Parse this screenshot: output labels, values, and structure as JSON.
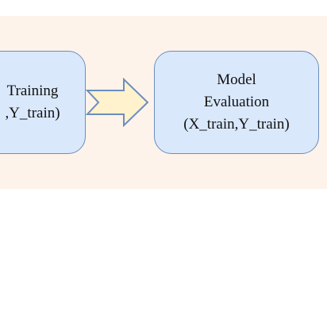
{
  "diagram": {
    "left_box": {
      "line1": "Training",
      "line2": ",Y_train)"
    },
    "right_box": {
      "line1": "Model",
      "line2": "Evaluation",
      "line3": "(X_train,Y_train)"
    },
    "colors": {
      "panel_background": "#fdf3ea",
      "box_fill": "#dae8fc",
      "box_border": "#6c8ebf",
      "arrow_fill": "#fff2cc",
      "arrow_border": "#6c8ebf"
    }
  }
}
